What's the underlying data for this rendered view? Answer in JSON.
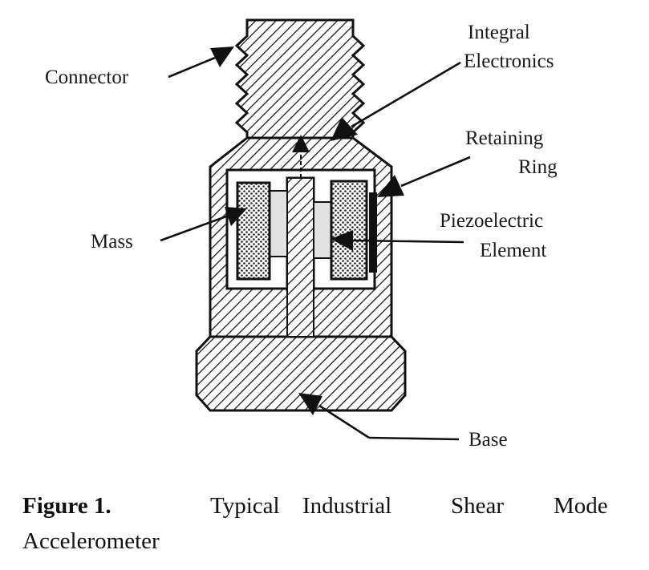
{
  "labels": {
    "connector": "Connector",
    "integral_line1": "Integral",
    "integral_line2": "Electronics",
    "retaining_line1": "Retaining",
    "retaining_line2": "Ring",
    "mass": "Mass",
    "piezo_line1": "Piezoelectric",
    "piezo_line2": "Element",
    "base": "Base"
  },
  "caption": {
    "figure_number": "Figure 1.",
    "title_line1_words": [
      "Typical",
      "Industrial",
      "Shear",
      "Mode"
    ],
    "title_line2": "Accelerometer"
  },
  "colors": {
    "ink": "#111111",
    "background": "#ffffff",
    "element_fill": "#e2e2e2"
  }
}
